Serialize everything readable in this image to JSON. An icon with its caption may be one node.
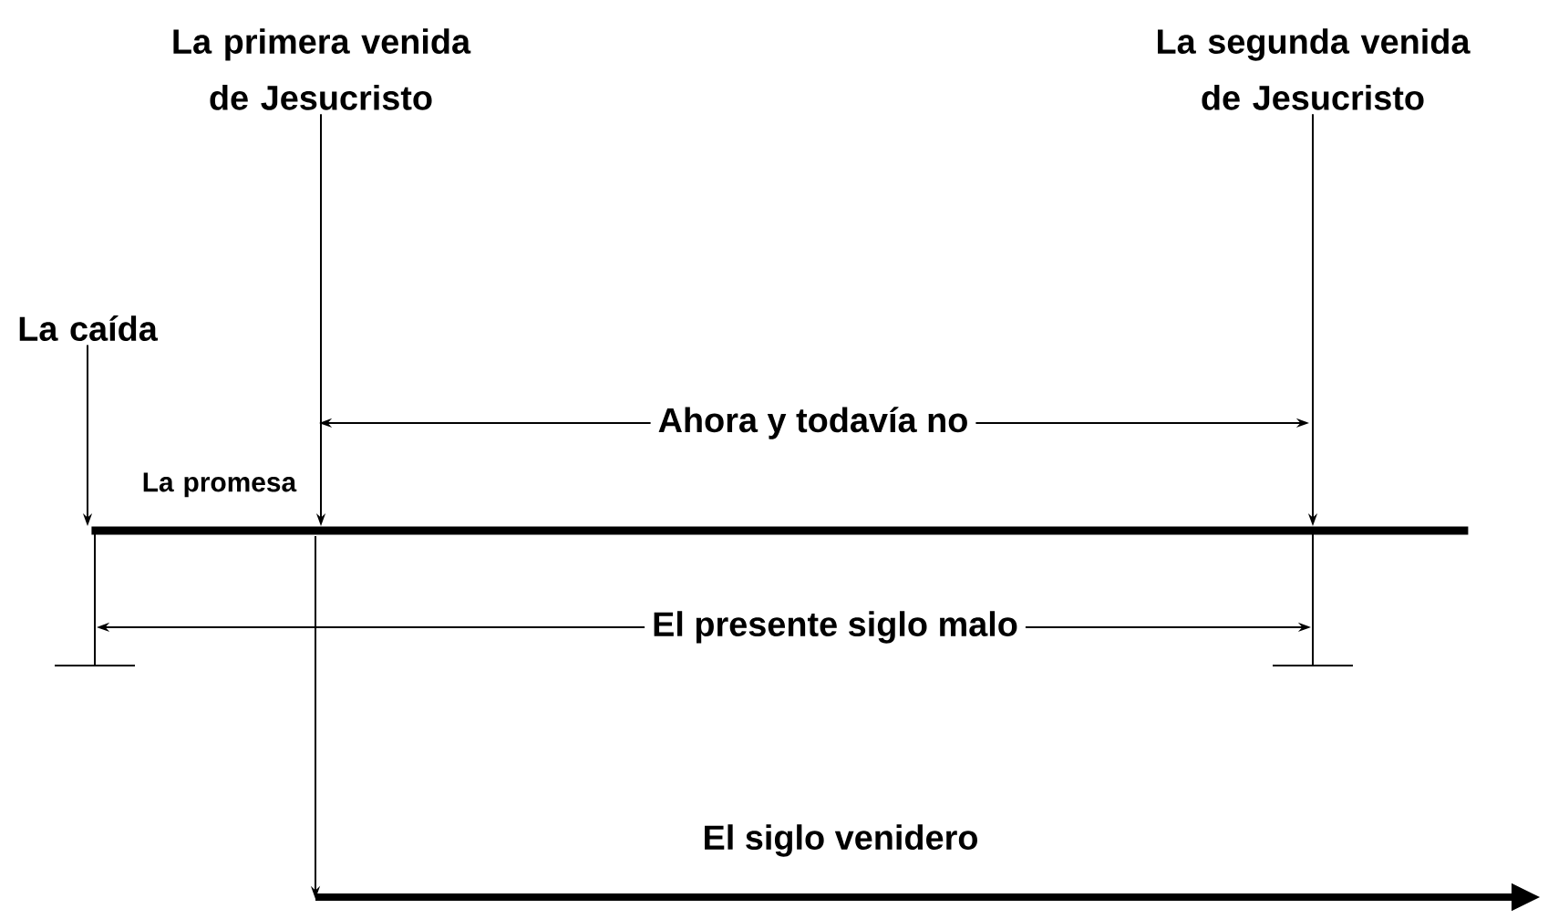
{
  "diagram": {
    "nodes": [
      {
        "text": [
          "La primera venida de Jesucristo"
        ]
      },
      {
        "text": [
          "La segunda venida de Jesucristo"
        ]
      },
      {
        "text": [
          "La caída"
        ]
      },
      {
        "text": [],
        "shape": "bar"
      },
      {
        "text": [
          "La promesa"
        ]
      }
    ],
    "edges": [
      {
        "from": 0,
        "to": 3,
        "arrow": "to"
      },
      {
        "from": 1,
        "to": 3,
        "arrow": "to"
      },
      {
        "from": 2,
        "to": 3,
        "arrow": "to"
      }
    ],
    "labels": [
      "Ahora y todavía no",
      "El presente siglo malo",
      "El siglo venidero"
    ]
  }
}
